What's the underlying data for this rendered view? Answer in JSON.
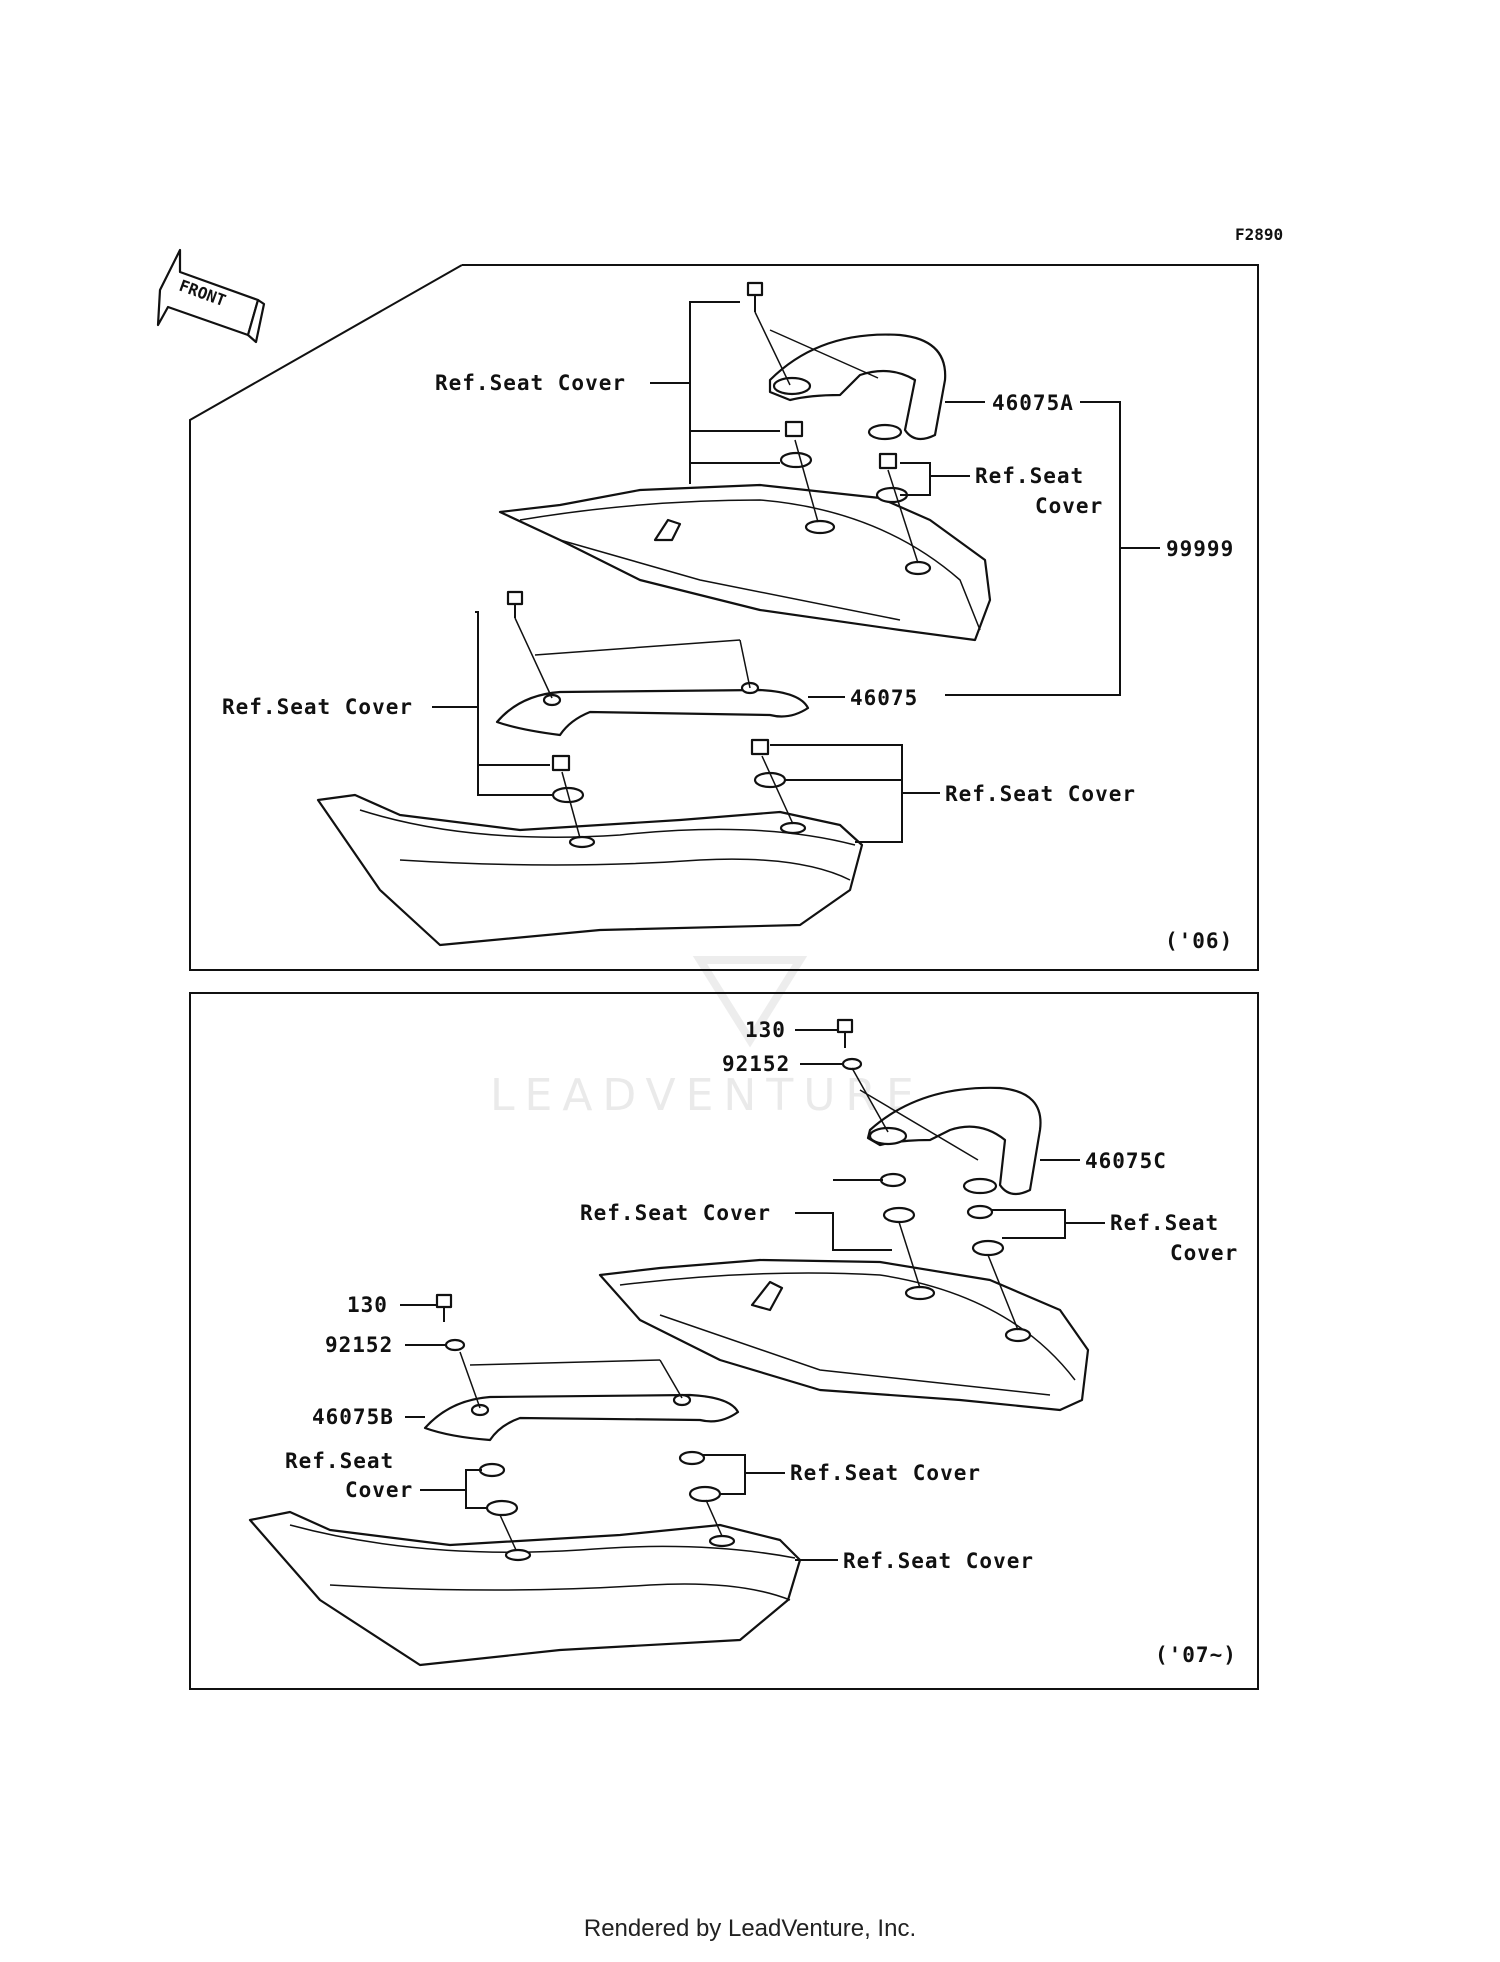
{
  "figure_code": "F2890",
  "front_arrow_label": "FRONT",
  "panel_top": {
    "year": "('06)",
    "labels": {
      "ref_seat_cover_upper": "Ref.Seat Cover",
      "part_46075A": "46075A",
      "ref_seat_cover_right_1": "Ref.Seat",
      "ref_seat_cover_right_2": "Cover",
      "part_99999": "99999",
      "ref_seat_cover_left": "Ref.Seat Cover",
      "part_46075": "46075",
      "ref_seat_cover_lower_right": "Ref.Seat Cover"
    }
  },
  "panel_bottom": {
    "year": "('07~)",
    "labels": {
      "part_130_upper": "130",
      "part_92152_upper": "92152",
      "part_46075C": "46075C",
      "ref_seat_cover_mid": "Ref.Seat Cover",
      "ref_seat_cover_right_1": "Ref.Seat",
      "ref_seat_cover_right_2": "Cover",
      "part_130_lower": "130",
      "part_92152_lower": "92152",
      "part_46075B": "46075B",
      "ref_seat_cover_left_1": "Ref.Seat",
      "ref_seat_cover_left_2": "Cover",
      "ref_seat_cover_lower_mid": "Ref.Seat Cover",
      "ref_seat_cover_bottom": "Ref.Seat Cover"
    }
  },
  "watermark": "LEADVENTURE",
  "footer": "Rendered by LeadVenture, Inc."
}
